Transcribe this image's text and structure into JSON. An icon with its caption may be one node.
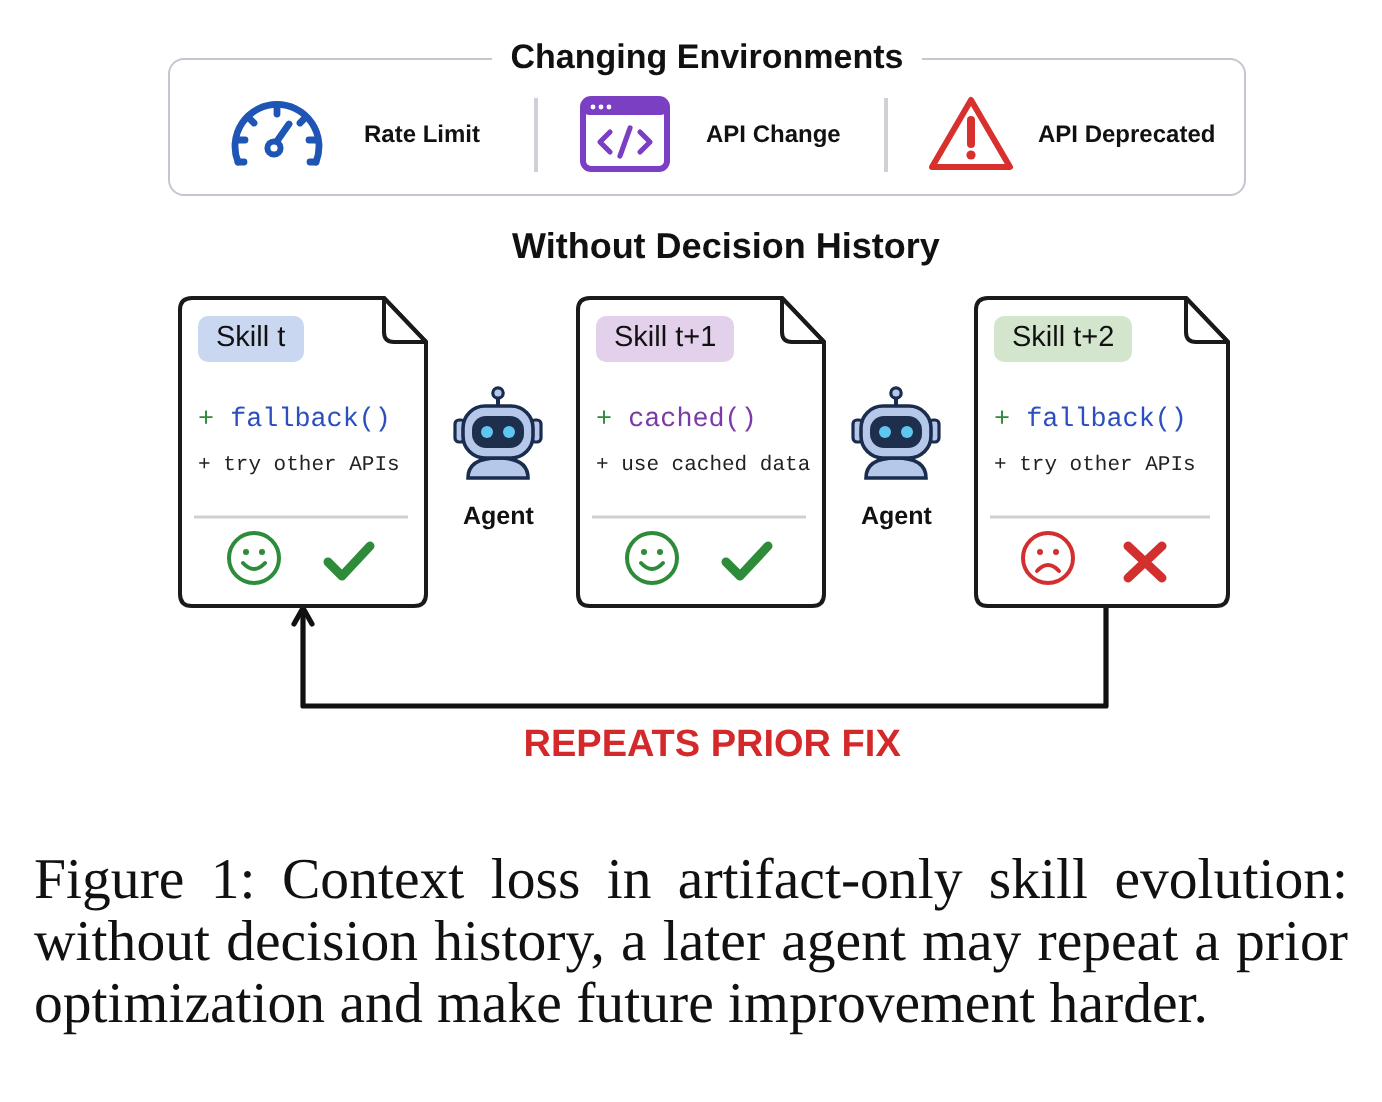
{
  "diagram": {
    "title": "Without Decision History",
    "caption": "Figure 1: Context loss in artifact-only skill evolution: without decision history, a later agent may repeat a prior optimization and make future improvement harder.",
    "nodes": [
      {
        "text": [
          "Changing Environments",
          "Rate Limit",
          "API Change",
          "API Deprecated"
        ]
      },
      {
        "text": [
          "Skill t",
          "+ fallback()",
          "+ try other APIs"
        ]
      },
      {
        "text": [
          "Skill t+1",
          "+ cached()",
          "+ use cached data"
        ]
      },
      {
        "text": [
          "Skill t+2",
          "+ fallback()",
          "+ try other APIs"
        ]
      }
    ],
    "edges": [
      {
        "from": 3,
        "to": 1,
        "arrow": "to",
        "label": "REPEATS PRIOR FIX"
      }
    ],
    "labels": [
      "Agent",
      "Agent"
    ]
  }
}
